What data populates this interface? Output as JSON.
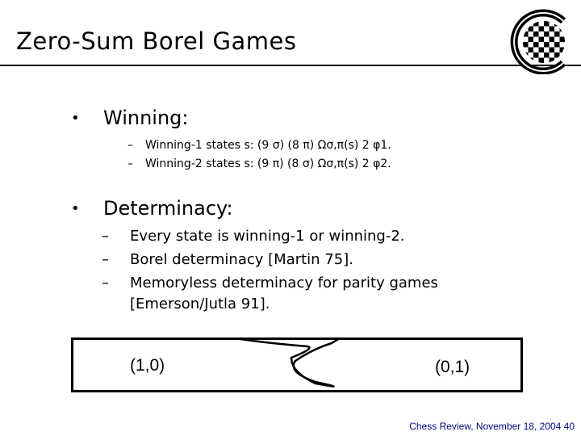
{
  "slide": {
    "title": "Zero-Sum Borel Games",
    "logo_letter": "C"
  },
  "bullets": [
    {
      "symbol": "•",
      "label": "Winning:",
      "subs": [
        {
          "dash": "–",
          "text": "Winning-1 states s:  (9 σ) (8 π)  Ωσ,π(s) 2 φ1."
        },
        {
          "dash": "–",
          "text": "Winning-2 states s:  (9 π) (8 σ)  Ωσ,π(s) 2 φ2."
        }
      ]
    },
    {
      "symbol": "•",
      "label": "Determinacy:",
      "items": [
        {
          "dash": "–",
          "text": "Every state is winning-1 or winning-2."
        },
        {
          "dash": "–",
          "text": "Borel determinacy [Martin 75]."
        },
        {
          "dash": "–",
          "text": "Memoryless determinacy for parity games"
        },
        {
          "dash": "",
          "text": "[Emerson/Jutla 91]."
        }
      ]
    }
  ],
  "diagram": {
    "left_label": "(1,0)",
    "right_label": "(0,1)"
  },
  "footer": "Chess Review, November 18, 2004  40"
}
